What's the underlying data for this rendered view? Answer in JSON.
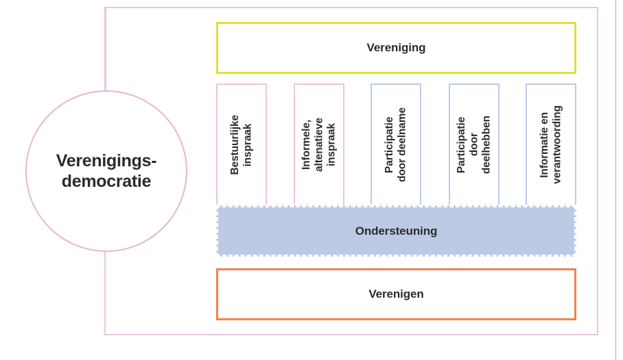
{
  "diagram": {
    "title": "Verenigingsdemocratie",
    "colors": {
      "frame_pink": "#ecc3e0",
      "circle_pink": "#e3b6d9",
      "top_band_yellow": "#e2de3f",
      "pillar_pink": "#eec3e1",
      "pillar_blue": "#bccbe8",
      "support_fill_blue": "#bdcae5",
      "bottom_band_orange": "#f4814f",
      "text_dark": "#2b2b2b",
      "edge_rule_gold": "#d9a764"
    },
    "circle": {
      "label": "Verenigings-\ndemocratie"
    },
    "top_band": {
      "label": "Vereniging"
    },
    "pillars": [
      {
        "label": "Bestuurlijke\ninspraak",
        "border_color": "#eec3e1"
      },
      {
        "label": "Informele,\naltenatieve\ninspraak",
        "border_color": "#eec3e1"
      },
      {
        "label": "Participatie\ndoor deelname",
        "border_color": "#bccbe8"
      },
      {
        "label": "Participatie\ndoor\ndeelhebben",
        "border_color": "#bccbe8"
      },
      {
        "label": "Informatie en\nverantwoording",
        "border_color": "#bccbe8"
      }
    ],
    "support_band": {
      "label": "Ondersteuning"
    },
    "bottom_band": {
      "label": "Verenigen"
    }
  }
}
